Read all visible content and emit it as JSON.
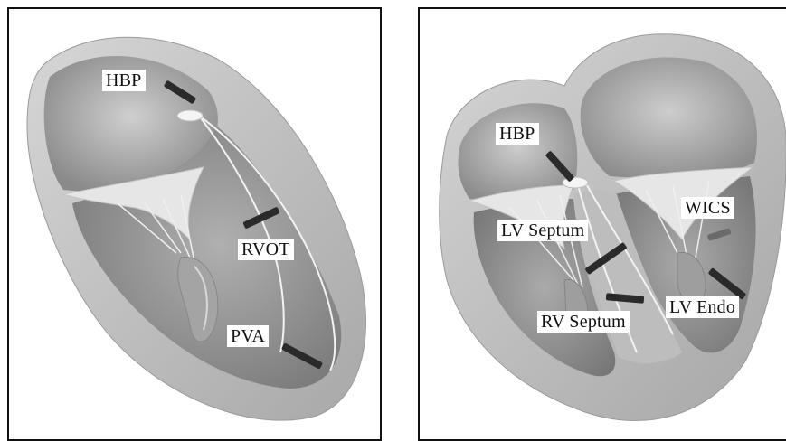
{
  "panels": [
    {
      "view": "right-ventricle",
      "labels": {
        "hbp": "HBP",
        "rvot": "RVOT",
        "pva": "PVA"
      }
    },
    {
      "view": "four-chamber",
      "labels": {
        "hbp": "HBP",
        "lv_septum": "LV Septum",
        "rv_septum": "RV Septum",
        "wics": "WICS",
        "lv_endo": "LV Endo"
      }
    }
  ],
  "colors": {
    "frame": "#111111",
    "outer_wall": "#c4c4c4",
    "chamber_dark": "#8f8f8f",
    "chamber_light": "#b9b9b9",
    "valve": "#e9e9e9",
    "lead": "#2a2a2a",
    "label_bg": "#ffffff"
  }
}
